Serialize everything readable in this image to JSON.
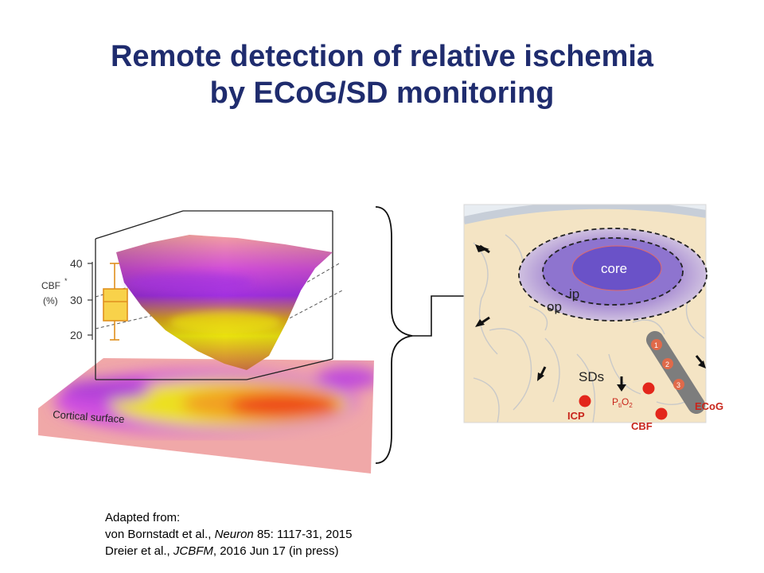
{
  "slide": {
    "title_line1": "Remote detection of relative ischemia",
    "title_line2": "by ECoG/SD monitoring"
  },
  "left_figure": {
    "axis_label_line1": "CBF",
    "axis_label_line2": "(%)",
    "tick_40": "40",
    "tick_30": "30",
    "tick_20": "20",
    "surface_label": "Cortical surface"
  },
  "right_figure": {
    "core": "core",
    "ip": "ip",
    "op": "op",
    "sds": "SDs",
    "icp": "ICP",
    "pti_p": "P",
    "pti_sub": "ti",
    "pti_o": "O",
    "pti_two": "2",
    "cbf": "CBF",
    "ecog": "ECoG",
    "contact_1": "1",
    "contact_2": "2",
    "contact_3": "3"
  },
  "citation": {
    "line1": "Adapted from:",
    "line2_pre": "von Bornstadt et al., ",
    "line2_journal": "Neuron",
    "line2_post": " 85: 1117-31, 2015",
    "line3_pre": "Dreier et al., ",
    "line3_journal": "JCBFM",
    "line3_post": ", 2016 Jun 17 (in press)"
  },
  "colors": {
    "title": "#1f2c6e",
    "label_red": "#c8251b",
    "core": "#6a52c8",
    "brain": "#f4e4c4"
  }
}
